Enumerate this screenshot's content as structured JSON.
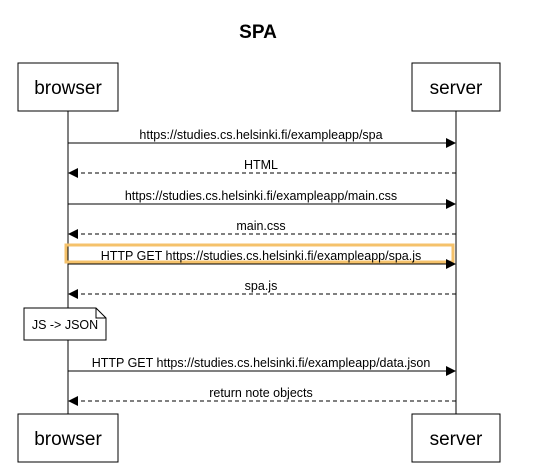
{
  "diagram": {
    "title": "SPA",
    "actors": {
      "left": "browser",
      "right": "server"
    },
    "messages": [
      {
        "label": "https://studies.cs.helsinki.fi/exampleapp/spa",
        "direction": "to-server",
        "style": "solid",
        "highlighted": false
      },
      {
        "label": "HTML",
        "direction": "to-browser",
        "style": "dashed",
        "highlighted": false
      },
      {
        "label": "https://studies.cs.helsinki.fi/exampleapp/main.css",
        "direction": "to-server",
        "style": "solid",
        "highlighted": false
      },
      {
        "label": "main.css",
        "direction": "to-browser",
        "style": "dashed",
        "highlighted": false
      },
      {
        "label": "HTTP GET https://studies.cs.helsinki.fi/exampleapp/spa.js",
        "direction": "to-server",
        "style": "solid",
        "highlighted": true
      },
      {
        "label": "spa.js",
        "direction": "to-browser",
        "style": "dashed",
        "highlighted": false
      },
      {
        "label": "HTTP GET https://studies.cs.helsinki.fi/exampleapp/data.json",
        "direction": "to-server",
        "style": "solid",
        "highlighted": false
      },
      {
        "label": "return note objects",
        "direction": "to-browser",
        "style": "dashed",
        "highlighted": false
      }
    ],
    "note": "JS -> JSON",
    "highlight_color": "#f5c26b"
  }
}
